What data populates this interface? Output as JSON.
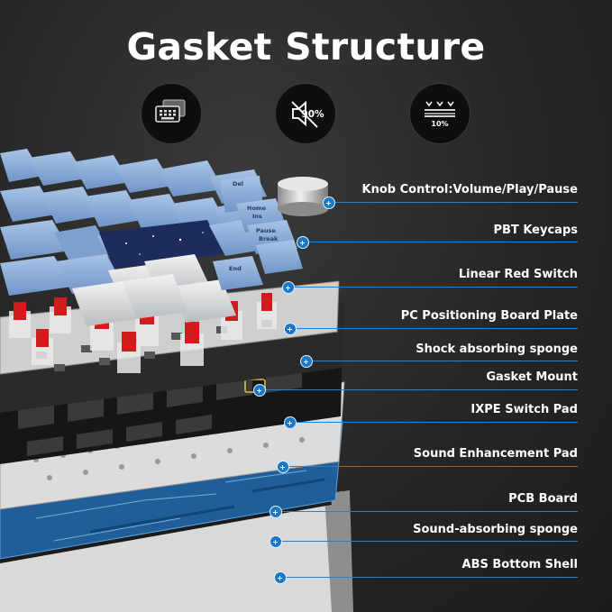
{
  "title": "Gasket Structure",
  "features": [
    {
      "icon": "keyboard-screen-icon"
    },
    {
      "icon": "muted-speaker-icon",
      "text": "90%"
    },
    {
      "icon": "compression-icon",
      "text": "10%"
    }
  ],
  "callouts": [
    {
      "label": "Knob Control:Volume/Play/Pause"
    },
    {
      "label": "PBT Keycaps"
    },
    {
      "label": "Linear Red Switch"
    },
    {
      "label": "PC Positioning Board Plate"
    },
    {
      "label": "Shock absorbing sponge"
    },
    {
      "label": "Gasket Mount"
    },
    {
      "label": "IXPE Switch Pad"
    },
    {
      "label": "Sound Enhancement Pad"
    },
    {
      "label": "PCB Board"
    },
    {
      "label": "Sound-absorbing sponge"
    },
    {
      "label": "ABS Bottom Shell"
    }
  ],
  "keycaps": {
    "del": "Del",
    "home": "Home",
    "ins": "Ins",
    "pause": "Pause",
    "break": "Break",
    "end": "End"
  },
  "colors": {
    "accent": "#1a78c8",
    "blue_keys": "#7fa6d6",
    "light_keys": "#d8dadc",
    "switch_red": "#d01c1c",
    "pcb": "#1f5e99"
  }
}
